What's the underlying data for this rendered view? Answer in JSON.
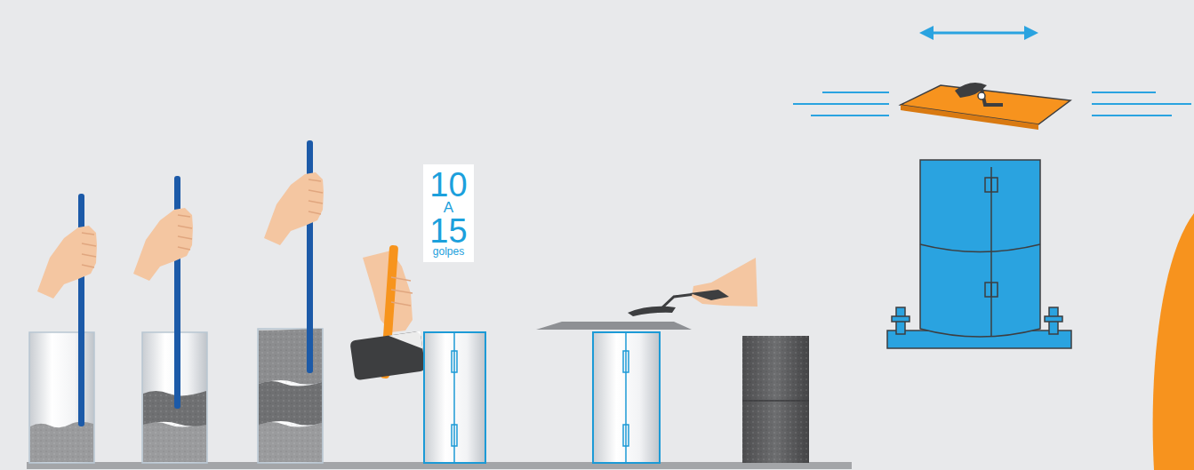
{
  "diagram": {
    "nodes": [
      {
        "text": [
          "10",
          "A",
          "15",
          "golpes"
        ]
      }
    ]
  }
}
